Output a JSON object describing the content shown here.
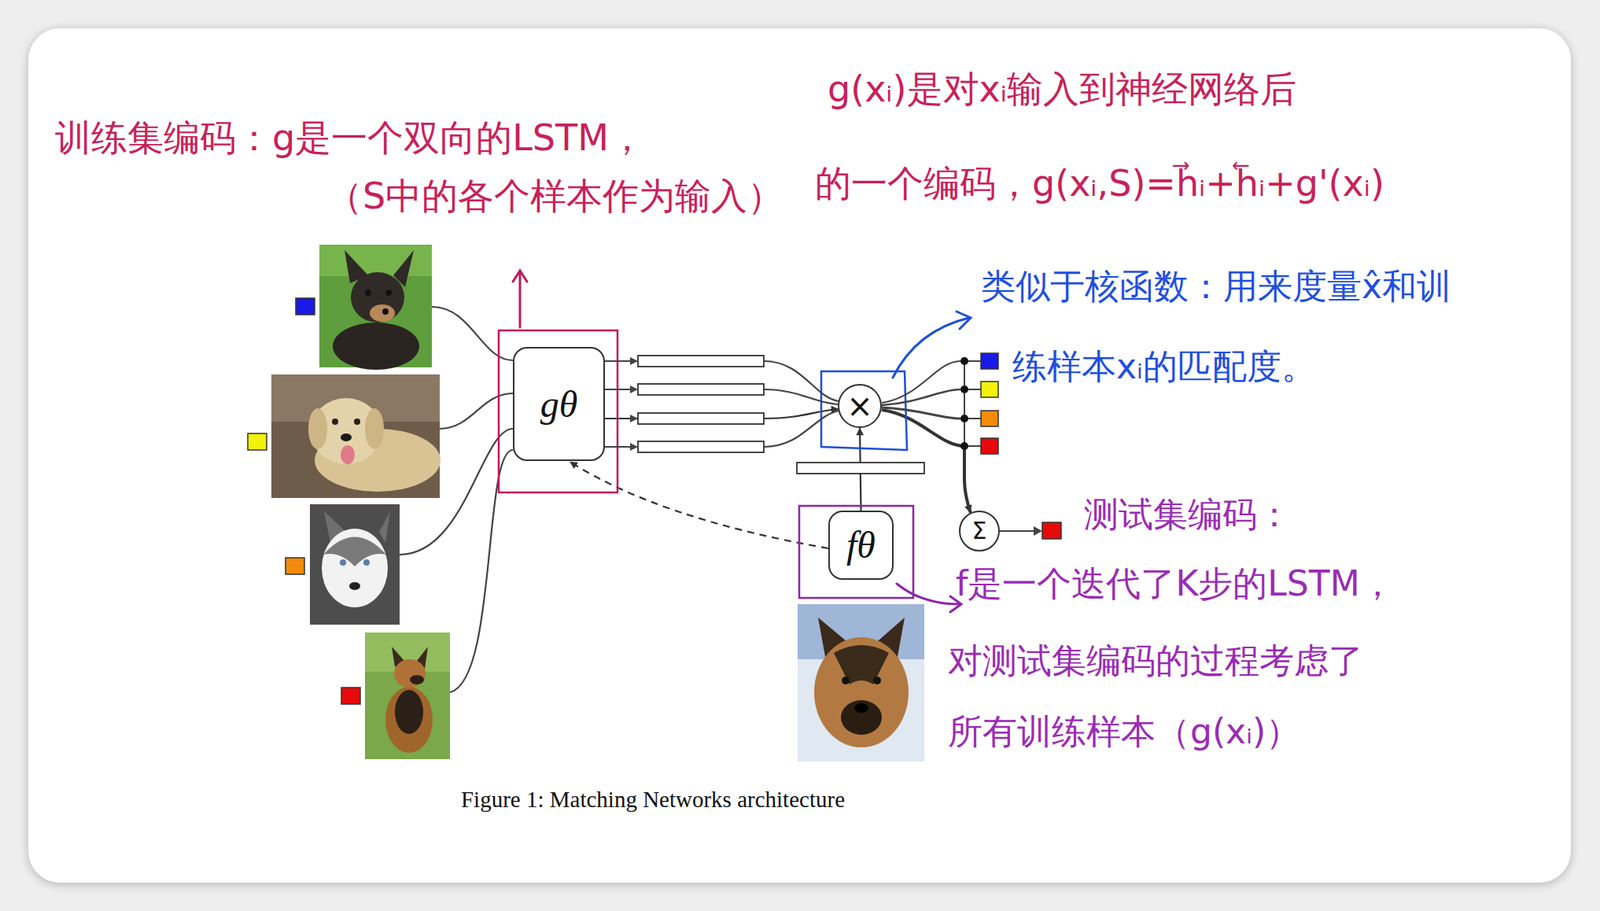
{
  "diagram": {
    "caption": "Figure 1: Matching Networks architecture",
    "nodes": [
      {
        "text": [
          "gθ"
        ]
      },
      {
        "text": [
          "×"
        ]
      },
      {
        "text": [
          "fθ"
        ]
      },
      {
        "text": [
          "Σ"
        ]
      }
    ],
    "edges": [
      {
        "from": 0,
        "to": 1,
        "arrow": "to"
      },
      {
        "from": 2,
        "to": 1,
        "arrow": "to"
      },
      {
        "from": 2,
        "to": 0,
        "arrow": "to"
      },
      {
        "from": 1,
        "to": 3,
        "arrow": "to"
      }
    ],
    "labels": [
      "训练集编码：g是一个双向的LSTM，",
      "（S中的各个样本作为输入）",
      "g(xᵢ)是对xᵢ输入到神经网络后",
      "的一个编码，g(xᵢ,S)=h⃗ᵢ+h⃖ᵢ+g'(xᵢ)",
      "类似于核函数：用来度量x̂和训",
      "练样本xᵢ的匹配度。",
      "测试集编码：",
      "f是一个迭代了K步的LSTM，",
      "对测试集编码的过程考虑了",
      "所有训练样本（g(xᵢ)）"
    ]
  }
}
